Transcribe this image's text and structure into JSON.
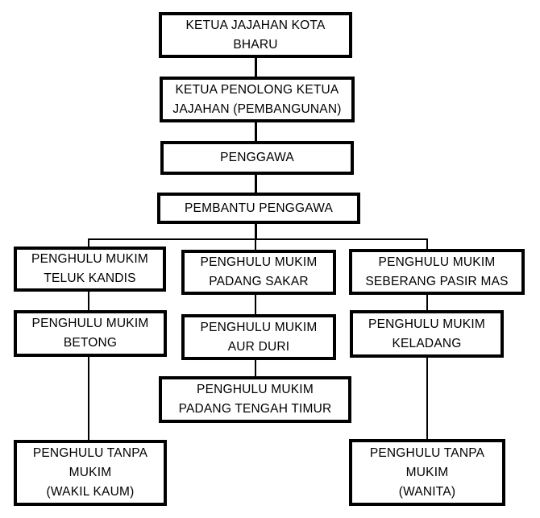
{
  "colors": {
    "background": "#ffffff",
    "box_border": "#000000",
    "text": "#000000",
    "connector": "#000000"
  },
  "org_chart": {
    "type": "org-chart",
    "chain": [
      {
        "id": "ketua-jajahan-kota-bharu",
        "label": "KETUA JAJAHAN KOTA\nBHARU"
      },
      {
        "id": "ketua-penolong-ketua-jajahan-pembangunan",
        "label": "KETUA PENOLONG KETUA\nJAJAHAN (PEMBANGUNAN)"
      },
      {
        "id": "penggawa",
        "label": "PENGGAWA"
      },
      {
        "id": "pembantu-penggawa",
        "label": "PEMBANTU PENGGAWA"
      }
    ],
    "branches": [
      {
        "column": "left",
        "nodes": [
          {
            "id": "penghulu-mukim-teluk-kandis",
            "label": "PENGHULU MUKIM\nTELUK KANDIS"
          },
          {
            "id": "penghulu-mukim-betong",
            "label": "PENGHULU MUKIM\nBETONG"
          },
          {
            "id": "penghulu-tanpa-mukim-wakil-kaum",
            "label": "PENGHULU TANPA\nMUKIM\n(WAKIL KAUM)"
          }
        ]
      },
      {
        "column": "center",
        "nodes": [
          {
            "id": "penghulu-mukim-padang-sakar",
            "label": "PENGHULU MUKIM\nPADANG SAKAR"
          },
          {
            "id": "penghulu-mukim-aur-duri",
            "label": "PENGHULU MUKIM\nAUR DURI"
          },
          {
            "id": "penghulu-mukim-padang-tengah-timur",
            "label": "PENGHULU MUKIM\nPADANG TENGAH TIMUR"
          }
        ]
      },
      {
        "column": "right",
        "nodes": [
          {
            "id": "penghulu-mukim-seberang-pasir-mas",
            "label": "PENGHULU MUKIM\nSEBERANG PASIR MAS"
          },
          {
            "id": "penghulu-mukim-keladang",
            "label": "PENGHULU MUKIM\nKELADANG"
          },
          {
            "id": "penghulu-tanpa-mukim-wanita",
            "label": "PENGHULU TANPA\nMUKIM\n(WANITA)"
          }
        ]
      }
    ]
  }
}
